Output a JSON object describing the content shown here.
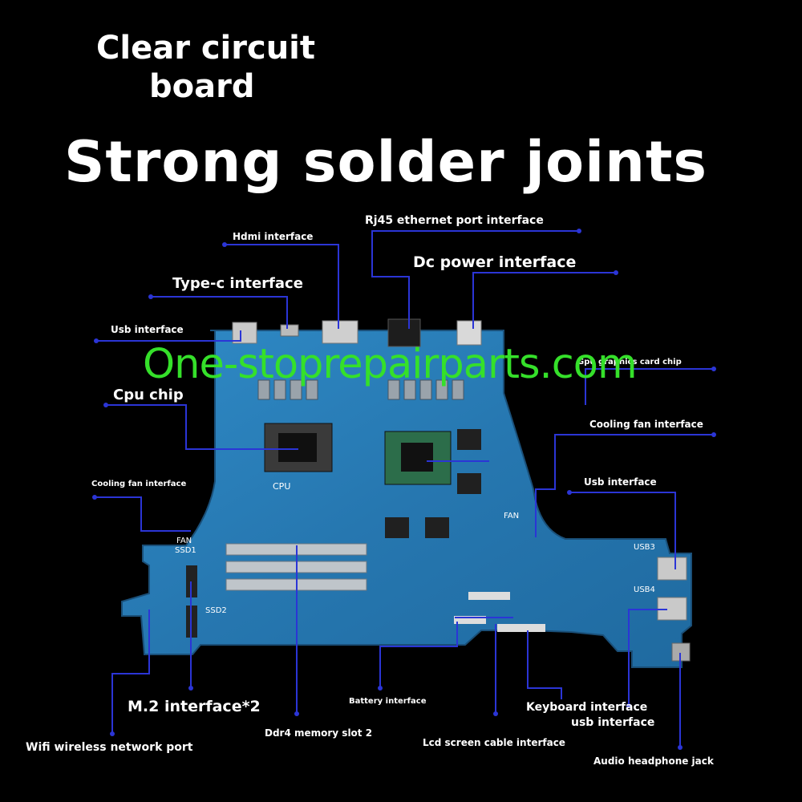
{
  "headline": {
    "line1": "Clear circuit",
    "line2": "board",
    "line3": "Strong solder joints"
  },
  "labels": {
    "hdmi": "Hdmi interface",
    "rj45": "Rj45 ethernet port interface",
    "dc_power": "Dc power interface",
    "type_c": "Type-c interface",
    "usb_left": "Usb interface",
    "gpu": "Gpu graphics card chip",
    "cpu": "Cpu chip",
    "cooling_fan_right": "Cooling fan interface",
    "cooling_fan_left": "Cooling fan interface",
    "usb_right": "Usb interface",
    "m2": "M.2 interface*2",
    "battery": "Battery interface",
    "keyboard": "Keyboard interface",
    "keyboard_usb": "usb interface",
    "wifi": "Wifi wireless network port",
    "ddr4": "Ddr4 memory slot 2",
    "lcd": "Lcd screen cable interface",
    "audio": "Audio headphone jack"
  },
  "board_silkscreen": {
    "cpu": "CPU",
    "fan_left": "FAN",
    "ssd1": "SSD1",
    "ssd2": "SSD2",
    "fan_right": "FAN",
    "usb3": "USB3",
    "usb4": "USB4"
  },
  "watermark": "One-stoprepairparts.com",
  "colors": {
    "background": "#000000",
    "board": "#2a7fb8",
    "leader_line": "#2b35d6",
    "watermark": "#35e02a",
    "text": "#ffffff"
  }
}
